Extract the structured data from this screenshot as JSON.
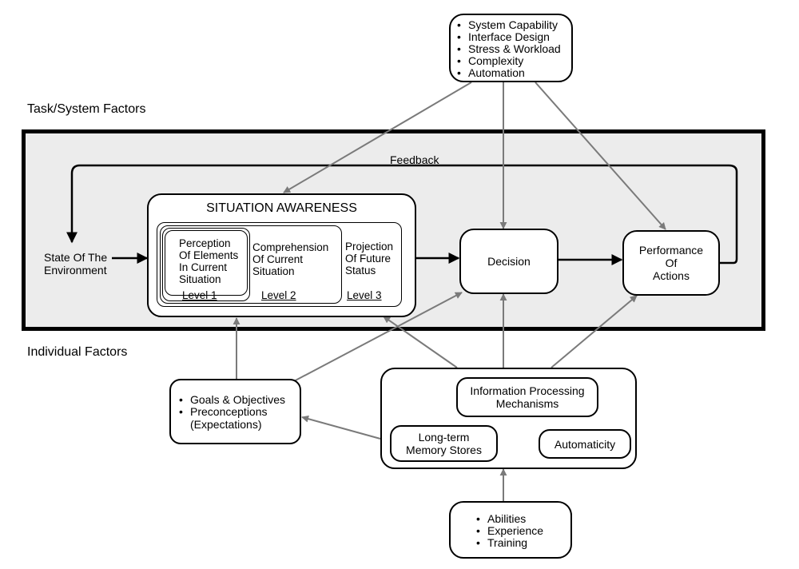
{
  "labels": {
    "task_system_factors": "Task/System Factors",
    "individual_factors": "Individual Factors",
    "feedback": "Feedback",
    "state_of_environment_line1": "State Of The",
    "state_of_environment_line2": "Environment"
  },
  "system_factors": {
    "items": [
      "System Capability",
      "Interface Design",
      "Stress & Workload",
      "Complexity",
      "Automation"
    ]
  },
  "situation_awareness": {
    "title": "SITUATION AWARENESS",
    "perception": [
      "Perception",
      "Of Elements",
      "In Current",
      "Situation"
    ],
    "comprehension": [
      "Comprehension",
      "Of Current",
      "Situation"
    ],
    "projection": [
      "Projection",
      "Of Future",
      "Status"
    ],
    "level1": "Level 1",
    "level2": "Level 2",
    "level3": "Level 3"
  },
  "decision": {
    "label": "Decision"
  },
  "performance": {
    "lines": [
      "Performance",
      "Of",
      "Actions"
    ]
  },
  "goals": {
    "items": [
      "Goals & Objectives",
      "Preconceptions"
    ],
    "continuation": "(Expectations)"
  },
  "individual": {
    "info_processing": [
      "Information Processing",
      "Mechanisms"
    ],
    "long_term_memory": [
      "Long-term",
      "Memory Stores"
    ],
    "automaticity": "Automaticity"
  },
  "abilities": {
    "items": [
      "Abilities",
      "Experience",
      "Training"
    ]
  },
  "colors": {
    "arrow_gray": "#7a7a7a",
    "panel_bg": "#ececec",
    "stroke": "#000000"
  }
}
